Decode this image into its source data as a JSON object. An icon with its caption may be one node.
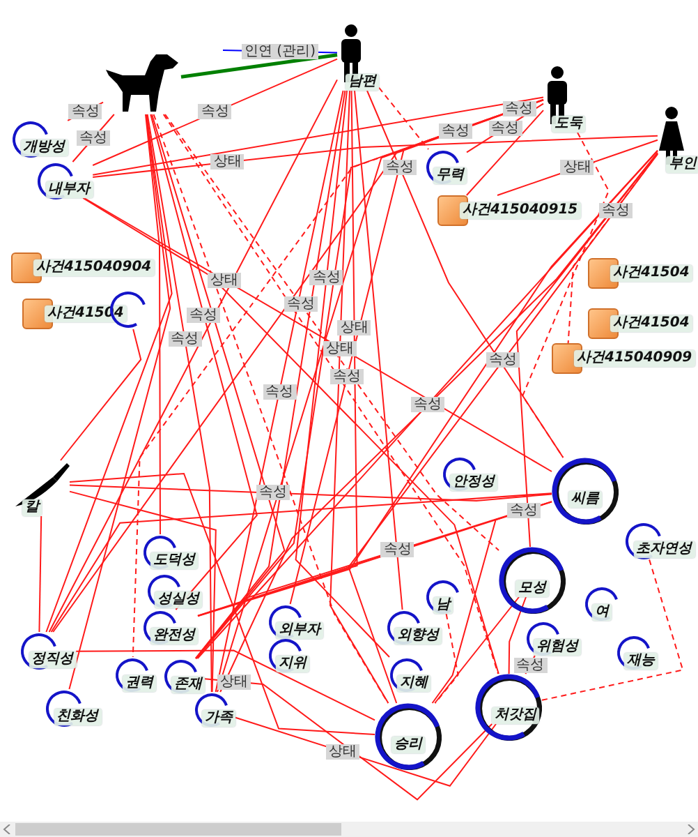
{
  "diagram": {
    "nodes": [
      {
        "text": [],
        "shape": "dog"
      },
      {
        "text": [
          "남편"
        ]
      },
      {
        "text": [
          "도둑"
        ]
      },
      {
        "text": [
          "부인"
        ]
      },
      {
        "text": [
          "칼"
        ]
      },
      {
        "text": [
          "개방성"
        ]
      },
      {
        "text": [
          "내부자"
        ]
      },
      {
        "text": [
          "무력"
        ]
      },
      {
        "text": [
          "사건415040904"
        ]
      },
      {
        "text": [
          "사건415040915"
        ]
      },
      {
        "text": [
          "사건41504"
        ]
      },
      {
        "text": [],
        "shape": "circle"
      },
      {
        "text": [
          "사건41504"
        ]
      },
      {
        "text": [
          "사건41504"
        ]
      },
      {
        "text": [
          "사건415040909"
        ]
      },
      {
        "text": [
          "안정성"
        ]
      },
      {
        "text": [
          "씨름"
        ]
      },
      {
        "text": [
          "초자연성"
        ]
      },
      {
        "text": [
          "도덕성"
        ]
      },
      {
        "text": [
          "성실성"
        ]
      },
      {
        "text": [
          "완전성"
        ]
      },
      {
        "text": [
          "정직성"
        ]
      },
      {
        "text": [
          "친화성"
        ]
      },
      {
        "text": [
          "권력"
        ]
      },
      {
        "text": [
          "존재"
        ]
      },
      {
        "text": [
          "가족"
        ]
      },
      {
        "text": [
          "외부자"
        ]
      },
      {
        "text": [
          "지위"
        ]
      },
      {
        "text": [
          "남"
        ]
      },
      {
        "text": [
          "모성"
        ]
      },
      {
        "text": [
          "여"
        ]
      },
      {
        "text": [
          "외향성"
        ]
      },
      {
        "text": [
          "위험성"
        ]
      },
      {
        "text": [
          "재능"
        ]
      },
      {
        "text": [
          "지혜"
        ]
      },
      {
        "text": [
          "처갓집"
        ]
      },
      {
        "text": [
          "승리"
        ]
      }
    ],
    "edges": [
      {
        "from": 0,
        "to": 1,
        "arrow": "none",
        "style": "thick",
        "color": "#008000"
      },
      {
        "from": 1,
        "to": null,
        "arrow": "none",
        "label": "인연 (관리)",
        "color": "#0000ff"
      },
      {
        "from": 0,
        "to": 5,
        "arrow": "none",
        "label": "속성"
      },
      {
        "from": 0,
        "to": 6,
        "arrow": "none",
        "label": "속성"
      },
      {
        "from": 0,
        "to": 18,
        "arrow": "none"
      },
      {
        "from": 0,
        "to": 20,
        "arrow": "none",
        "label": "속성"
      },
      {
        "from": 0,
        "to": 24,
        "arrow": "none"
      },
      {
        "from": 0,
        "to": 21,
        "arrow": "none"
      },
      {
        "from": 0,
        "to": 25,
        "arrow": "none",
        "label": "속성"
      },
      {
        "from": 0,
        "to": 36,
        "arrow": "none",
        "style": "dashed"
      },
      {
        "from": 0,
        "to": 35,
        "arrow": "none",
        "style": "dashed"
      },
      {
        "from": 0,
        "to": 29,
        "arrow": "none",
        "style": "dashed",
        "label": "속성"
      },
      {
        "from": 1,
        "to": 6,
        "arrow": "none",
        "label": "속성"
      },
      {
        "from": 1,
        "to": 7,
        "arrow": "none",
        "style": "dashed"
      },
      {
        "from": 1,
        "to": 20,
        "arrow": "none",
        "label": "상태"
      },
      {
        "from": 1,
        "to": 24,
        "arrow": "none"
      },
      {
        "from": 1,
        "to": 25,
        "arrow": "none",
        "label": "속성"
      },
      {
        "from": 1,
        "to": 21,
        "arrow": "none"
      },
      {
        "from": 1,
        "to": 36,
        "arrow": "none",
        "label": "상태"
      },
      {
        "from": 1,
        "to": 31,
        "arrow": "none"
      },
      {
        "from": 1,
        "to": 34,
        "arrow": "none",
        "label": "속성"
      },
      {
        "from": 1,
        "to": 16,
        "arrow": "none",
        "label": "속성"
      },
      {
        "from": 6,
        "to": 3,
        "arrow": "none",
        "label": "상태"
      },
      {
        "from": 6,
        "to": 16,
        "arrow": "none",
        "label": "상태"
      },
      {
        "from": 6,
        "to": 35,
        "arrow": "none"
      },
      {
        "from": 6,
        "to": 2,
        "arrow": "none"
      },
      {
        "from": 2,
        "to": 7,
        "arrow": "none",
        "label": "속성"
      },
      {
        "from": 2,
        "to": 21,
        "arrow": "none",
        "label": "속성"
      },
      {
        "from": 2,
        "to": 24,
        "arrow": "none"
      },
      {
        "from": 2,
        "to": 25,
        "arrow": "none",
        "label": "속성"
      },
      {
        "from": 2,
        "to": 23,
        "arrow": "none",
        "style": "dashed"
      },
      {
        "from": 2,
        "to": 26,
        "arrow": "none",
        "label": "속성"
      },
      {
        "from": 2,
        "to": 16,
        "arrow": "none",
        "style": "dashed"
      },
      {
        "from": 2,
        "to": 9,
        "arrow": "none"
      },
      {
        "from": 3,
        "to": 9,
        "arrow": "none",
        "label": "상태"
      },
      {
        "from": 3,
        "to": 20,
        "arrow": "none"
      },
      {
        "from": 3,
        "to": 24,
        "arrow": "none",
        "label": "속성"
      },
      {
        "from": 3,
        "to": 25,
        "arrow": "none"
      },
      {
        "from": 3,
        "to": 36,
        "arrow": "none",
        "label": "속성"
      },
      {
        "from": 3,
        "to": 29,
        "arrow": "none"
      },
      {
        "from": 3,
        "to": 14,
        "arrow": "none",
        "style": "dashed",
        "label": "속성"
      },
      {
        "from": 4,
        "to": 16,
        "arrow": "none",
        "label": "속성"
      },
      {
        "from": 4,
        "to": 11,
        "arrow": "none"
      },
      {
        "from": 4,
        "to": 21,
        "arrow": "none"
      },
      {
        "from": 4,
        "to": 36,
        "arrow": "none"
      },
      {
        "from": 4,
        "to": 25,
        "arrow": "none"
      },
      {
        "from": 16,
        "to": 21,
        "arrow": "none"
      },
      {
        "from": 16,
        "to": 24,
        "arrow": "none",
        "label": "속성"
      },
      {
        "from": 16,
        "to": 20,
        "arrow": "none"
      },
      {
        "from": 16,
        "to": 36,
        "arrow": "none",
        "label": "속성"
      },
      {
        "from": 21,
        "to": 36,
        "arrow": "none"
      },
      {
        "from": 24,
        "to": 35,
        "arrow": "none",
        "label": "상태"
      },
      {
        "from": 25,
        "to": 35,
        "arrow": "none",
        "label": "상태"
      },
      {
        "from": 36,
        "to": 29,
        "arrow": "none"
      },
      {
        "from": 35,
        "to": 29,
        "arrow": "none"
      },
      {
        "from": 35,
        "to": 32,
        "arrow": "none",
        "label": "속성"
      },
      {
        "from": 35,
        "to": 17,
        "arrow": "none",
        "style": "dashed"
      },
      {
        "from": 22,
        "to": 0,
        "arrow": "none"
      },
      {
        "from": 28,
        "to": 36,
        "arrow": "none",
        "style": "dashed"
      }
    ]
  }
}
